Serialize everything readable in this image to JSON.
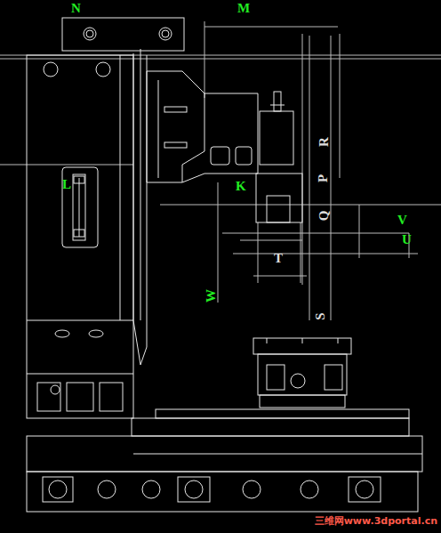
{
  "diagram": {
    "labels": [
      "N",
      "M",
      "L",
      "K",
      "W",
      "R",
      "P",
      "Q",
      "S",
      "T",
      "V",
      "U",
      "三维网www.3dportal.cn"
    ]
  }
}
